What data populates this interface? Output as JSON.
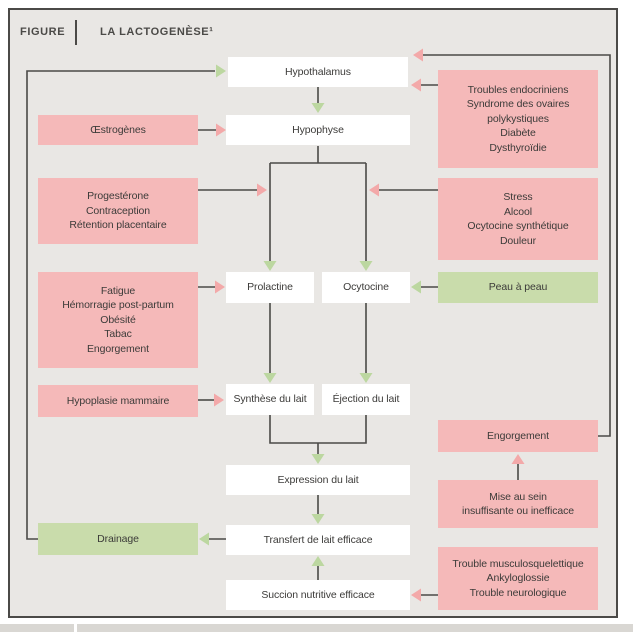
{
  "header": {
    "kicker": "FIGURE",
    "title": "LA LACTOGENÈSE¹"
  },
  "colors": {
    "background": "#e9e7e4",
    "frame_border": "#4b4a47",
    "node_white": "#ffffff",
    "node_pink": "#f5b9b9",
    "node_green": "#c9dcab",
    "line": "#4b4a47",
    "arrow_green": "#bcd7a0",
    "arrow_pink": "#f3a9a9"
  },
  "nodes": {
    "hypothalamus": {
      "label": "Hypothalamus"
    },
    "hypophyse": {
      "label": "Hypophyse"
    },
    "prolactine": {
      "label": "Prolactine"
    },
    "ocytocine": {
      "label": "Ocytocine"
    },
    "synthese_du_lait": {
      "label": "Synthèse du lait"
    },
    "ejection_du_lait": {
      "label": "Éjection du lait"
    },
    "expression_du_lait": {
      "label": "Expression du lait"
    },
    "transfert_de_lait": {
      "label": "Transfert de lait efficace"
    },
    "succion_nutritive": {
      "label": "Succion nutritive efficace"
    },
    "oestrogenes": {
      "label": "Œstrogènes"
    },
    "progesterone_groupe": {
      "label": "Progestérone\nContraception\nRétention placentaire"
    },
    "fatigue_groupe": {
      "label": "Fatigue\nHémorragie post-partum\nObésité\nTabac\nEngorgement"
    },
    "hypoplasie_mammaire": {
      "label": "Hypoplasie mammaire"
    },
    "drainage": {
      "label": "Drainage"
    },
    "troubles_endocriniens": {
      "label": "Troubles endocriniens\nSyndrome des ovaires polykystiques\nDiabète\nDysthyroïdie"
    },
    "stress_groupe": {
      "label": "Stress\nAlcool\nOcytocine synthétique\nDouleur"
    },
    "peau_a_peau": {
      "label": "Peau à peau"
    },
    "engorgement": {
      "label": "Engorgement"
    },
    "mise_au_sein": {
      "label": "Mise au sein\ninsuffisante ou inefficace"
    },
    "trouble_musculo": {
      "label": "Trouble musculosquelettique\nAnkyloglossie\nTrouble neurologique"
    }
  },
  "edges": [
    {
      "from": "drainage",
      "to": "hypothalamus",
      "type": "green"
    },
    {
      "from": "hypothalamus",
      "to": "hypophyse",
      "type": "green"
    },
    {
      "from": "hypophyse",
      "to": "prolactine",
      "type": "green"
    },
    {
      "from": "hypophyse",
      "to": "ocytocine",
      "type": "green"
    },
    {
      "from": "prolactine",
      "to": "synthese_du_lait",
      "type": "green"
    },
    {
      "from": "ocytocine",
      "to": "ejection_du_lait",
      "type": "green"
    },
    {
      "from": "synthese_du_lait",
      "to": "expression_du_lait",
      "type": "green"
    },
    {
      "from": "ejection_du_lait",
      "to": "expression_du_lait",
      "type": "green"
    },
    {
      "from": "expression_du_lait",
      "to": "transfert_de_lait",
      "type": "green"
    },
    {
      "from": "succion_nutritive",
      "to": "transfert_de_lait",
      "type": "green"
    },
    {
      "from": "transfert_de_lait",
      "to": "drainage",
      "type": "green"
    },
    {
      "from": "peau_a_peau",
      "to": "ocytocine",
      "type": "green"
    },
    {
      "from": "oestrogenes",
      "to": "hypophyse",
      "type": "pink"
    },
    {
      "from": "progesterone_groupe",
      "to": "hypophyse-prolactine-branche",
      "type": "pink"
    },
    {
      "from": "fatigue_groupe",
      "to": "prolactine",
      "type": "pink"
    },
    {
      "from": "hypoplasie_mammaire",
      "to": "synthese_du_lait",
      "type": "pink"
    },
    {
      "from": "troubles_endocriniens",
      "to": "hypothalamus",
      "type": "pink"
    },
    {
      "from": "stress_groupe",
      "to": "hypophyse-ocytocine-branche",
      "type": "pink"
    },
    {
      "from": "engorgement",
      "to": "hypothalamus",
      "type": "pink"
    },
    {
      "from": "mise_au_sein",
      "to": "engorgement",
      "type": "pink"
    },
    {
      "from": "trouble_musculo",
      "to": "succion_nutritive",
      "type": "pink"
    }
  ]
}
